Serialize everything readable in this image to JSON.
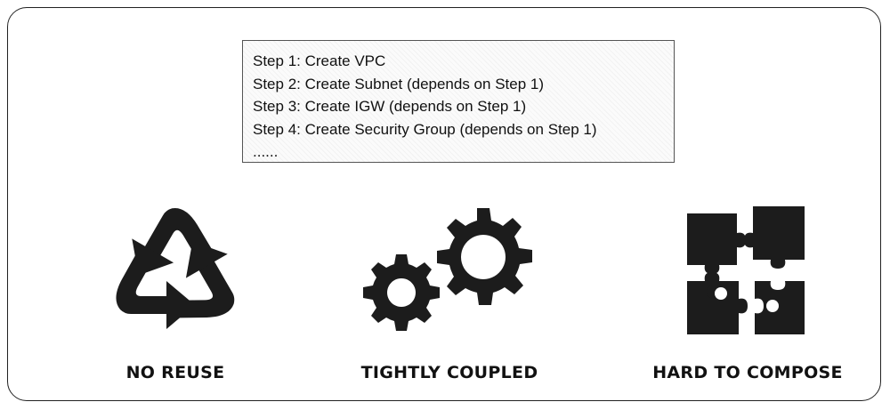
{
  "steps": [
    "Step 1: Create VPC",
    "Step 2: Create Subnet (depends on Step 1)",
    "Step 3: Create IGW (depends on Step 1)",
    "Step 4: Create Security Group (depends on Step 1)",
    "......"
  ],
  "panels": [
    {
      "icon": "recycle-icon",
      "label": "NO REUSE"
    },
    {
      "icon": "gears-icon",
      "label": "TIGHTLY COUPLED"
    },
    {
      "icon": "puzzle-icon",
      "label": "HARD TO COMPOSE"
    }
  ],
  "colors": {
    "icon": "#1c1c1c",
    "text": "#111111",
    "border": "#222222"
  }
}
